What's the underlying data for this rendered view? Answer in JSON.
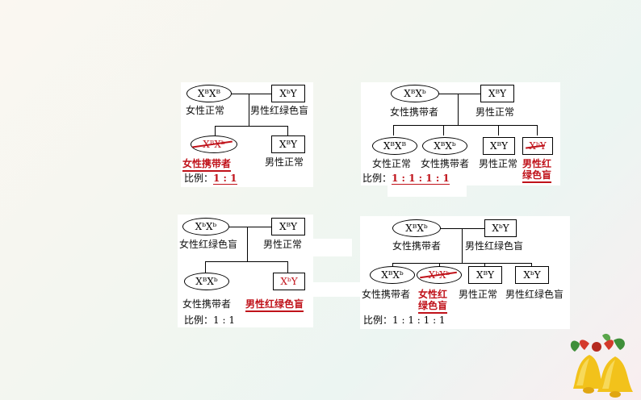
{
  "p1": {
    "mother_genotype": "XᴮXᴮ",
    "mother_label": "女性正常",
    "father_genotype": "XᵇY",
    "father_label": "男性红绿色盲",
    "child1_genotype": "XᴮXᵇ",
    "child1_label": "女性携带者",
    "child2_genotype": "XᴮY",
    "child2_label": "男性正常",
    "ratio_prefix": "比例：",
    "ratio_value": "1 : 1"
  },
  "p2": {
    "mother_genotype": "XᴮXᵇ",
    "mother_label": "女性携带者",
    "father_genotype": "XᴮY",
    "father_label": "男性正常",
    "child1_genotype": "XᴮXᴮ",
    "child1_label": "女性正常",
    "child2_genotype": "XᴮXᵇ",
    "child2_label": "女性携带者",
    "child3_genotype": "XᴮY",
    "child3_label": "男性正常",
    "child4_genotype": "XᵇY",
    "child4_label_line1": "男性红",
    "child4_label_line2": "绿色盲",
    "ratio_prefix": "比例：",
    "ratio_value": "1 : 1  : 1 : 1"
  },
  "p3": {
    "mother_genotype": "XᵇXᵇ",
    "mother_label": "女性红绿色盲",
    "father_genotype": "XᴮY",
    "father_label": "男性正常",
    "child1_genotype": "XᴮXᵇ",
    "child1_label": "女性携带者",
    "child2_genotype": "XᵇY",
    "child2_label": "男性红绿色盲",
    "ratio_prefix": "比例：",
    "ratio_value": "1 : 1"
  },
  "p4": {
    "mother_genotype": "XᴮXᵇ",
    "mother_label": "女性携带者",
    "father_genotype": "XᵇY",
    "father_label": "男性红绿色盲",
    "child1_genotype": "XᴮXᵇ",
    "child1_label": "女性携带者",
    "child2_genotype": "XᵇXᵇ",
    "child2_label_line1": "女性红",
    "child2_label_line2": "绿色盲",
    "child3_genotype": "XᴮY",
    "child3_label": "男性正常",
    "child4_genotype": "XᵇY",
    "child4_label": "男性红绿色盲",
    "ratio_prefix": "比例：",
    "ratio_value": "1 : 1 : 1 : 1"
  },
  "colors": {
    "answer_red": "#c0121a"
  },
  "decoration": "bells-icon"
}
